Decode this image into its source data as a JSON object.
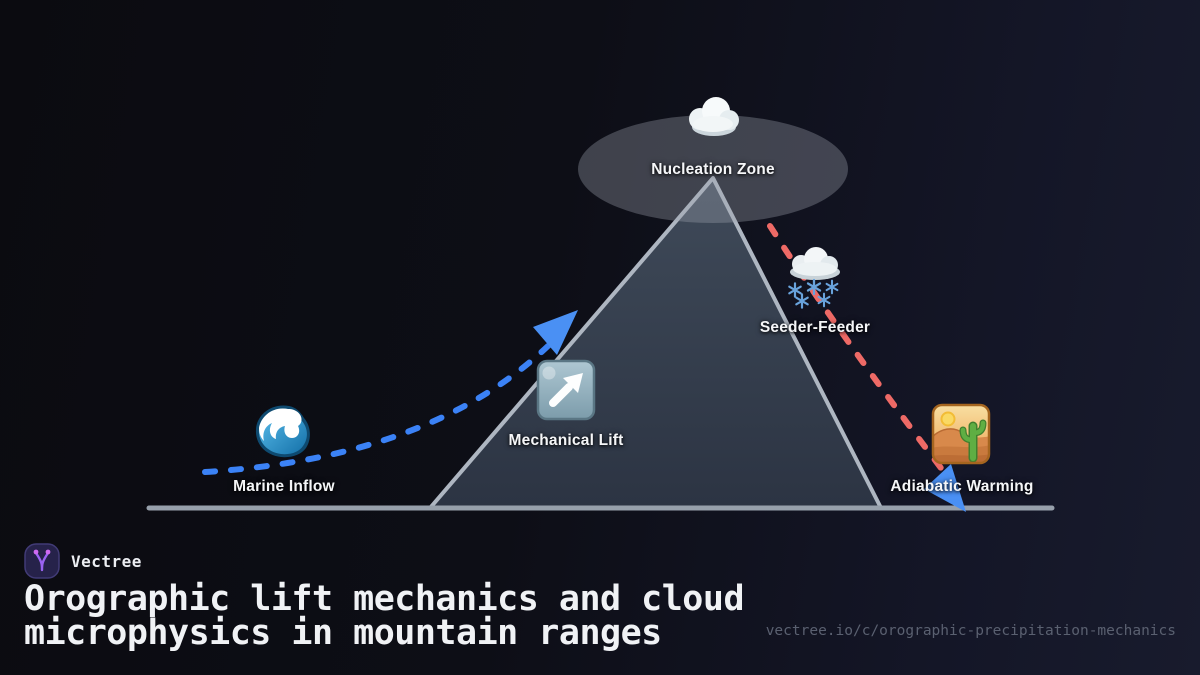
{
  "brand": {
    "name": "Vectree",
    "logo_icon": "vectree-branch-icon",
    "logo_bg_color": "#26224a",
    "logo_accent_color": "#9a63f2"
  },
  "title_lines": [
    "Orographic lift mechanics and cloud",
    "microphysics in mountain ranges"
  ],
  "url": "vectree.io/c/orographic-precipitation-mechanics",
  "diagram": {
    "nodes": [
      {
        "id": "nucleation-zone",
        "label": "Nucleation Zone",
        "icon": "cloud-icon"
      },
      {
        "id": "seeder-feeder",
        "label": "Seeder-Feeder",
        "icon": "snow-cloud-icon"
      },
      {
        "id": "mechanical-lift",
        "label": "Mechanical Lift",
        "icon": "up-right-arrow-icon"
      },
      {
        "id": "marine-inflow",
        "label": "Marine Inflow",
        "icon": "ocean-wave-icon"
      },
      {
        "id": "adiabatic-warming",
        "label": "Adiabatic Warming",
        "icon": "desert-icon"
      }
    ],
    "arrows": [
      {
        "name": "ascent-flow",
        "style": "dashed",
        "color": "#3b82f6",
        "arrowhead_color": "#4a90f4",
        "direction": "up-right"
      },
      {
        "name": "descent-flow",
        "style": "dashed",
        "color": "#ee6a66",
        "arrowhead_color": "#4a90f4",
        "direction": "down-right"
      }
    ],
    "colors": {
      "mountain_fill_top": "#3f4a59",
      "mountain_fill_bottom": "#2c3443",
      "mountain_stroke": "#aeb6c1",
      "ground_line": "#97a0ab",
      "cloud_cap": "rgba(158,164,176,0.35)"
    }
  }
}
